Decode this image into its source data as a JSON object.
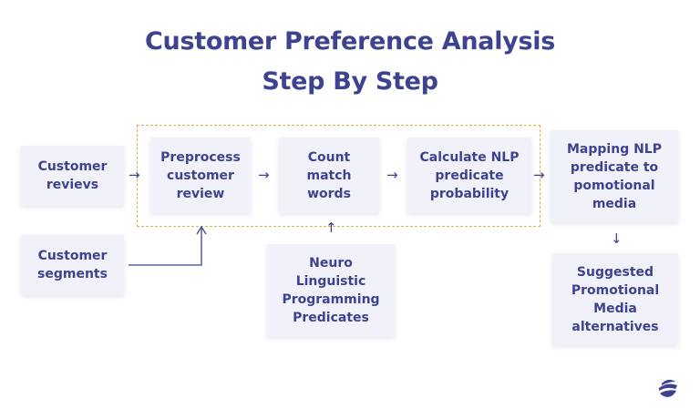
{
  "title": {
    "line1": "Customer Preference Analysis",
    "line2": "Step By Step"
  },
  "boxes": {
    "customer_reviews": "Customer\nrevievs",
    "customer_segments": "Customer\nsegments",
    "preprocess": "Preprocess\ncustomer\nreview",
    "count_match": "Count\nmatch\nwords",
    "calculate_nlp": "Calculate NLP\npredicate\nprobability",
    "mapping_nlp": "Mapping NLP\npredicate to\npomotional\nmedia",
    "nlp_predicates": "Neuro\nLinguistic\nProgramming\nPredicates",
    "suggested_media": "Suggested\nPromotional\nMedia\nalternatives"
  },
  "arrows": {
    "right": "→",
    "up": "↑",
    "down": "↓"
  },
  "colors": {
    "text": "#3d438e",
    "box_bg": "#f1f2f9",
    "dashed_border": "#f2a93b"
  },
  "icons": {
    "logo": "stacked-sphere-logo-icon"
  }
}
